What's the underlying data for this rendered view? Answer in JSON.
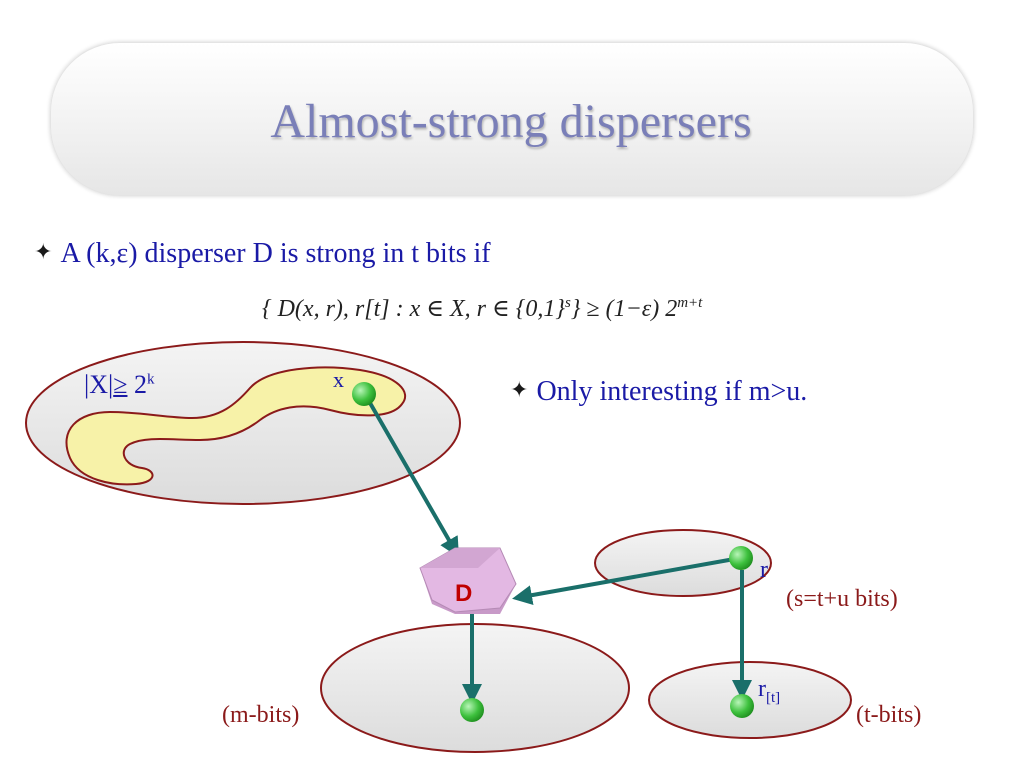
{
  "title": "Almost-strong dispersers",
  "bullets": {
    "main": "A (k,ε) disperser D is strong in t bits if",
    "side": "Only interesting if m>u."
  },
  "formula": {
    "main": "{ D(x, r), r[t] : x ∈ X, r ∈ {0,1}",
    "exp1": "s",
    "mid": "} ≥ (1−ε) 2",
    "exp2": "m+t"
  },
  "diagram": {
    "set_label_prefix": "|X|",
    "set_label_ge": "≥",
    "set_label_base": " 2",
    "set_label_exp": "k",
    "x_label": "x",
    "disperser_label": "D",
    "r_label": "r",
    "rt_label_base": "r",
    "rt_label_sub": "[t]",
    "seed_caption": "(s=t+u  bits)",
    "output_caption": "(m-bits)",
    "prefix_caption": "(t-bits)"
  },
  "colors": {
    "title": "#7a7fb8",
    "bullet_text": "#1a1aa6",
    "ellipse_stroke": "#8b1a1a",
    "ellipse_fill": "#ececec",
    "blob_fill": "#f7f2a8",
    "arrow": "#1a6f6a",
    "node": "#3ec13e",
    "disperser_fill": "#e3b8e3",
    "disperser_text": "#c00000",
    "caption": "#8b1a1a"
  }
}
